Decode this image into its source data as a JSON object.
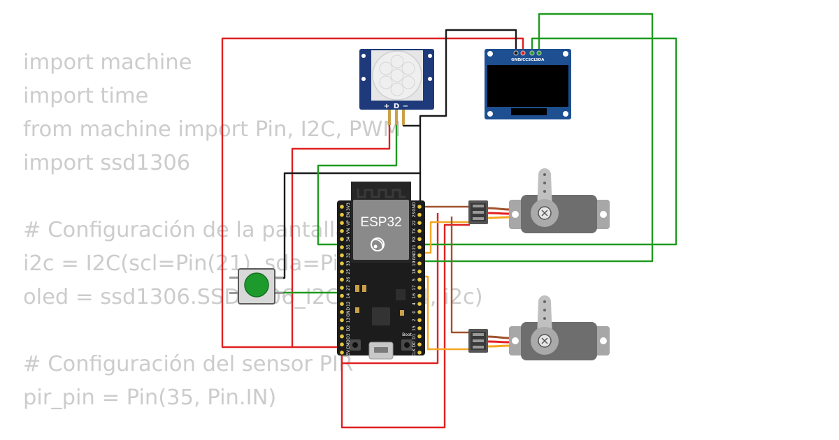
{
  "code": {
    "lines": [
      "import machine",
      "import time",
      "from machine import Pin, I2C, PWM",
      "import ssd1306",
      "",
      "# Configuración de la pantalla",
      "i2c = I2C(scl=Pin(21), sda=Pin(22))",
      "oled = ssd1306.SSD1306_I2C(128, 64, i2c)",
      "",
      "# Configuración del sensor PIR",
      "pir_pin = Pin(35, Pin.IN)"
    ]
  },
  "esp32": {
    "chip_label": "ESP32",
    "boot_label": "Boot",
    "pins_left": [
      "3V3",
      "EN",
      "VP",
      "VN",
      "34",
      "35",
      "32",
      "33",
      "25",
      "26",
      "27",
      "14",
      "12",
      "GND",
      "13",
      "D2",
      "D3",
      "CMD",
      "5V"
    ],
    "pins_right": [
      "GND",
      "23",
      "22",
      "TX",
      "RX",
      "21",
      "GND",
      "19",
      "18",
      "5",
      "17",
      "16",
      "4",
      "0",
      "2",
      "15",
      "D1",
      "D0",
      "CLK"
    ]
  },
  "pir": {
    "pins": [
      "+",
      "D",
      "−"
    ]
  },
  "oled": {
    "pins": [
      "GND",
      "VCC",
      "SCL",
      "SDA"
    ]
  },
  "colors": {
    "red_wire": "#e02020",
    "black_wire": "#1a1a1a",
    "green_wire": "#1e9a1e",
    "orange_wire": "#f5a623",
    "brown_wire": "#a0522d",
    "board": "#1c1c1c",
    "pir_board": "#1f3a7a",
    "oled_board": "#1d4f91",
    "button_cap": "#1d9a2c"
  }
}
